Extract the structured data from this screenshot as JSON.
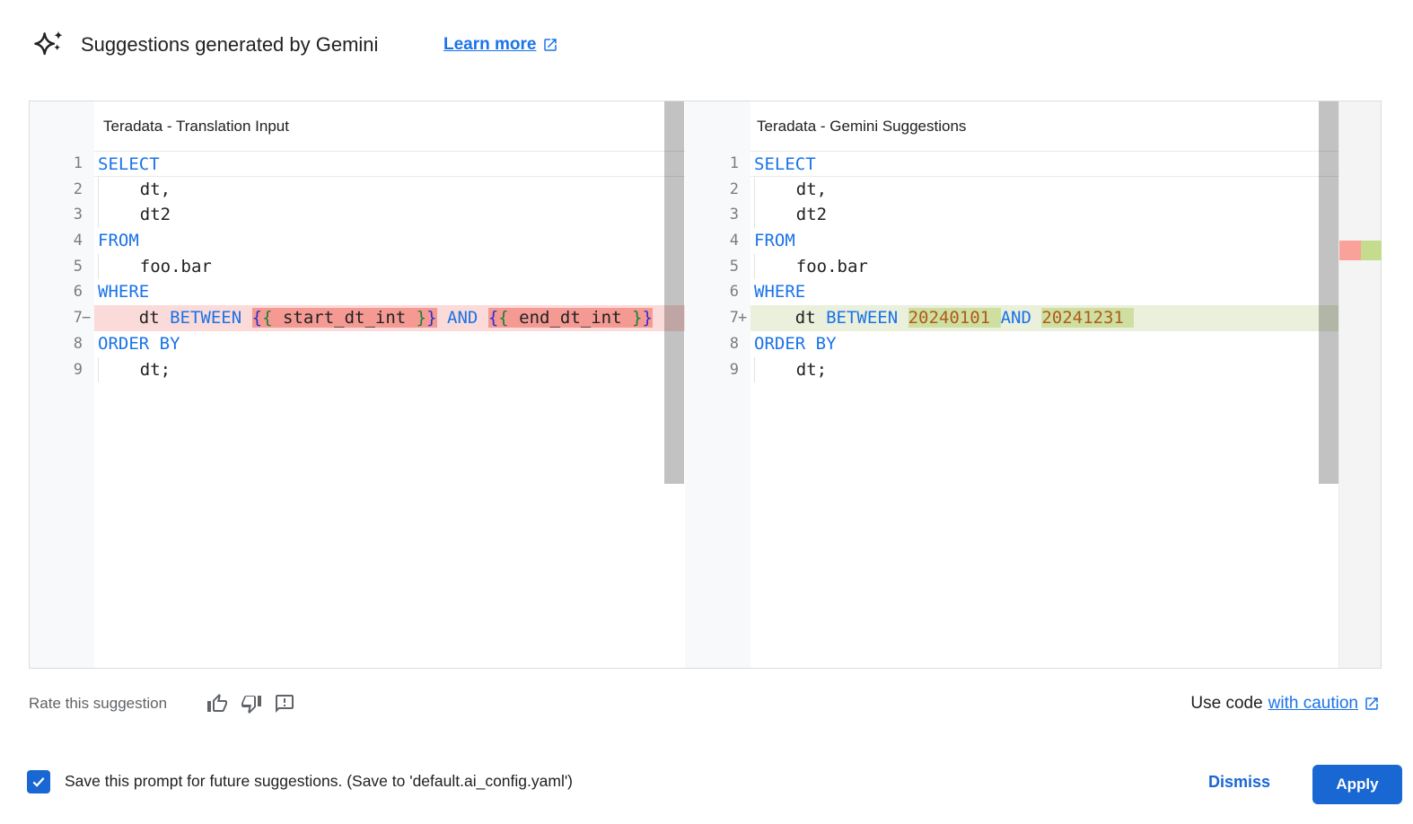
{
  "header": {
    "title": "Suggestions generated by Gemini",
    "learn_more_label": "Learn more",
    "icons": [
      "gemini-sparkle-icon",
      "external-link-icon"
    ]
  },
  "editors": {
    "left": {
      "title": "Teradata - Translation Input",
      "lines": [
        {
          "num": "1",
          "current": true,
          "tokens": [
            {
              "t": "SELECT",
              "c": "kw"
            }
          ]
        },
        {
          "num": "2",
          "indent": true,
          "tokens": [
            {
              "t": "    dt,",
              "c": "pl"
            }
          ]
        },
        {
          "num": "3",
          "indent": true,
          "tokens": [
            {
              "t": "    dt2",
              "c": "pl"
            }
          ]
        },
        {
          "num": "4",
          "tokens": [
            {
              "t": "FROM",
              "c": "kw"
            }
          ]
        },
        {
          "num": "5",
          "indent": true,
          "tokens": [
            {
              "t": "    foo.bar",
              "c": "pl"
            }
          ]
        },
        {
          "num": "6",
          "tokens": [
            {
              "t": "WHERE",
              "c": "kw"
            }
          ]
        },
        {
          "num": "7",
          "marker": "−",
          "type": "del",
          "tokens": [
            {
              "t": "    dt ",
              "c": "pl"
            },
            {
              "t": "BETWEEN",
              "c": "kw"
            },
            {
              "t": " ",
              "c": "pl"
            },
            {
              "t": "{",
              "c": "brb",
              "hl": true
            },
            {
              "t": "{",
              "c": "brg",
              "hl": true
            },
            {
              "t": " start_dt_int ",
              "c": "pl",
              "hl": true
            },
            {
              "t": "}",
              "c": "brg",
              "hl": true
            },
            {
              "t": "}",
              "c": "brb",
              "hl": true
            },
            {
              "t": " ",
              "c": "pl"
            },
            {
              "t": "AND",
              "c": "kw"
            },
            {
              "t": " ",
              "c": "pl"
            },
            {
              "t": "{",
              "c": "brb",
              "hl": true
            },
            {
              "t": "{",
              "c": "brg",
              "hl": true
            },
            {
              "t": " end_dt_int ",
              "c": "pl",
              "hl": true
            },
            {
              "t": "}",
              "c": "brg",
              "hl": true
            },
            {
              "t": "}",
              "c": "brb",
              "hl": true
            }
          ]
        },
        {
          "num": "8",
          "tokens": [
            {
              "t": "ORDER BY",
              "c": "kw"
            }
          ]
        },
        {
          "num": "9",
          "indent": true,
          "tokens": [
            {
              "t": "    dt;",
              "c": "pl"
            }
          ]
        }
      ]
    },
    "right": {
      "title": "Teradata - Gemini Suggestions",
      "lines": [
        {
          "num": "1",
          "current": true,
          "tokens": [
            {
              "t": "SELECT",
              "c": "kw"
            }
          ]
        },
        {
          "num": "2",
          "indent": true,
          "tokens": [
            {
              "t": "    dt,",
              "c": "pl"
            }
          ]
        },
        {
          "num": "3",
          "indent": true,
          "tokens": [
            {
              "t": "    dt2",
              "c": "pl"
            }
          ]
        },
        {
          "num": "4",
          "tokens": [
            {
              "t": "FROM",
              "c": "kw"
            }
          ]
        },
        {
          "num": "5",
          "indent": true,
          "tokens": [
            {
              "t": "    foo.bar",
              "c": "pl"
            }
          ]
        },
        {
          "num": "6",
          "tokens": [
            {
              "t": "WHERE",
              "c": "kw"
            }
          ]
        },
        {
          "num": "7",
          "marker": "+",
          "type": "add",
          "tokens": [
            {
              "t": "    dt ",
              "c": "pl"
            },
            {
              "t": "BETWEEN",
              "c": "kw"
            },
            {
              "t": " ",
              "c": "pl"
            },
            {
              "t": "20240101 ",
              "c": "num",
              "hl": true
            },
            {
              "t": "AND",
              "c": "kw"
            },
            {
              "t": " ",
              "c": "pl"
            },
            {
              "t": "20241231 ",
              "c": "num",
              "hl": true
            }
          ]
        },
        {
          "num": "8",
          "tokens": [
            {
              "t": "ORDER BY",
              "c": "kw"
            }
          ]
        },
        {
          "num": "9",
          "indent": true,
          "tokens": [
            {
              "t": "    dt;",
              "c": "pl"
            }
          ]
        }
      ]
    }
  },
  "footer": {
    "rate_label": "Rate this suggestion",
    "rate_icons": [
      "thumbs-up-icon",
      "thumbs-down-icon",
      "feedback-icon"
    ],
    "use_code_label": "Use code",
    "with_caution_label": "with caution"
  },
  "bottom_bar": {
    "save_checkbox_checked": true,
    "save_label": "Save this prompt for future suggestions. (Save to 'default.ai_config.yaml')",
    "dismiss_label": "Dismiss",
    "apply_label": "Apply"
  },
  "colors": {
    "keyword": "#1a73e8",
    "number_literal": "#b05a1a",
    "bracket_outer": "#2d2dd0",
    "bracket_inner": "#188038",
    "deleted_line_bg": "#fbdbd9",
    "deleted_word_bg": "#f49a93",
    "added_line_bg": "#eaf0db",
    "added_word_bg": "#cfdfa2",
    "ruler_deleted": "#f9a29a",
    "ruler_added": "#c5dc8e",
    "link_blue": "#1a73e8",
    "button_blue": "#1967d2",
    "line_number_gray": "#7a7d80"
  }
}
